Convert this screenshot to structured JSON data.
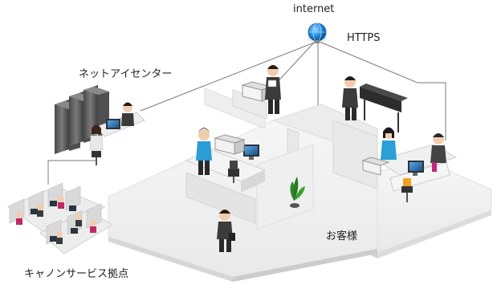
{
  "labels": {
    "internet": "internet",
    "https": "HTTPS",
    "network_center": "ネットアイセンター",
    "customer": "お客様",
    "canon_service_base": "キャノンサービス拠点"
  },
  "colors": {
    "globe": "#1a8be0",
    "line": "#7a7a7a",
    "floor": "#f2f2f2",
    "wall": "#e6e6e6",
    "server": "#5c5c5c",
    "monitor": "#2a3440",
    "suit": "#3b3b3b",
    "chair_accent": "#f0a020"
  }
}
